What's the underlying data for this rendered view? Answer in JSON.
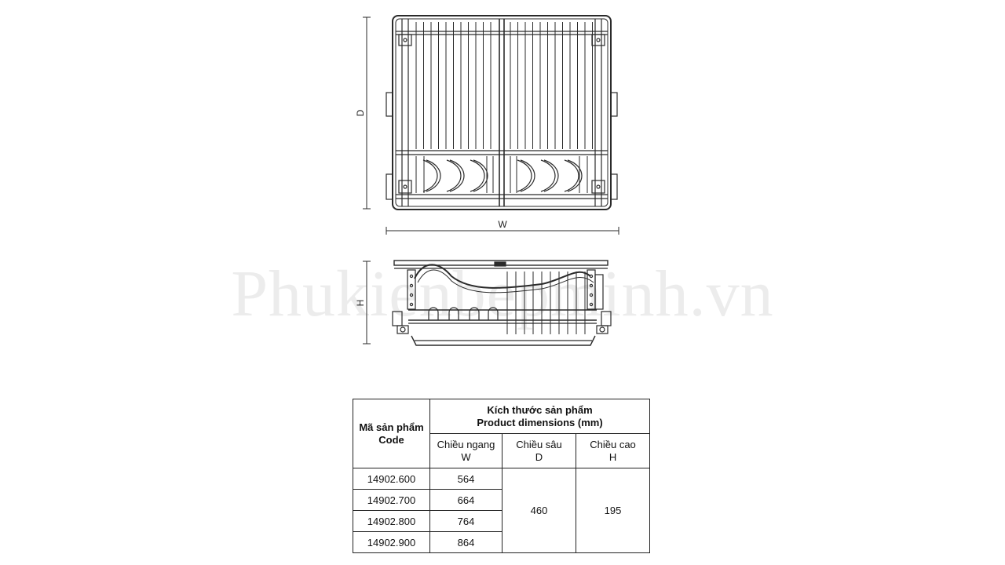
{
  "watermark": "Phukienbepminh.vn",
  "dimension_labels": {
    "width": "W",
    "depth": "D",
    "height": "H"
  },
  "table": {
    "code_header": [
      "Mã sản phẩm",
      "Code"
    ],
    "dims_header": [
      "Kích thước sản phẩm",
      "Product dimensions (mm)"
    ],
    "columns": [
      [
        "Chiều ngang",
        "W"
      ],
      [
        "Chiều sâu",
        "D"
      ],
      [
        "Chiều cao",
        "H"
      ]
    ],
    "rows": [
      {
        "code": "14902.600",
        "w": "564"
      },
      {
        "code": "14902.700",
        "w": "664"
      },
      {
        "code": "14902.800",
        "w": "764"
      },
      {
        "code": "14902.900",
        "w": "864"
      }
    ],
    "depth_value": "460",
    "height_value": "195"
  }
}
